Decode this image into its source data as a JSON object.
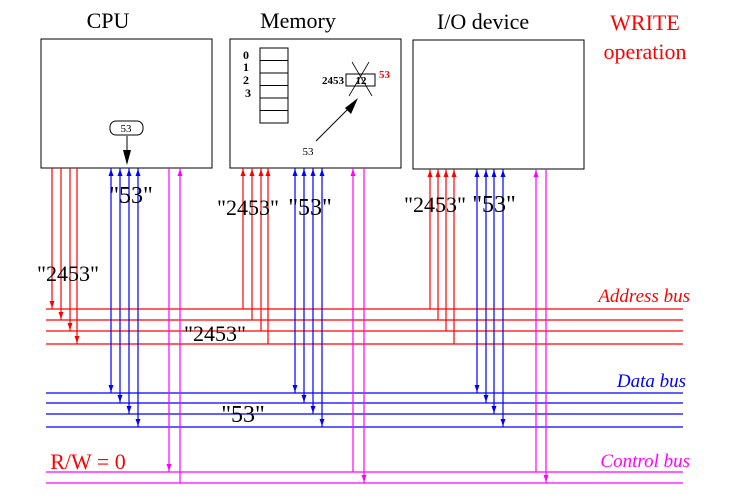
{
  "title": {
    "line1": "WRITE",
    "line2": "operation"
  },
  "components": [
    {
      "id": "cpu",
      "label": "CPU"
    },
    {
      "id": "memory",
      "label": "Memory"
    },
    {
      "id": "io",
      "label": "I/O device"
    }
  ],
  "cpu": {
    "register_value": "53"
  },
  "memory": {
    "cell_indices": [
      "0",
      "1",
      "2",
      "3"
    ],
    "cell_count": 6,
    "target_address": "2453",
    "old_value": "12",
    "new_value": "53",
    "incoming_value": "53"
  },
  "buses": {
    "address": {
      "label": "Address bus",
      "color": "#ff0000",
      "line_count": 4
    },
    "data": {
      "label": "Data bus",
      "color": "#0000ff",
      "line_count": 4
    },
    "control": {
      "label": "Control bus",
      "color": "#ff00ff",
      "line_count": 2
    }
  },
  "signals": {
    "cpu_data": "\"53\"",
    "cpu_address": "\"2453\"",
    "memory_address": "\"2453\"",
    "memory_data": "\"53\"",
    "io_address": "\"2453\"",
    "io_data": "\"53\"",
    "address_bus_value": "\"2453\"",
    "data_bus_value": "\"53\"",
    "rw_signal": "R/W = 0"
  },
  "colors": {
    "address": "#ff0000",
    "data": "#0000ff",
    "control": "#ff00ff",
    "outline": "#000000",
    "title": "#ff0000"
  }
}
